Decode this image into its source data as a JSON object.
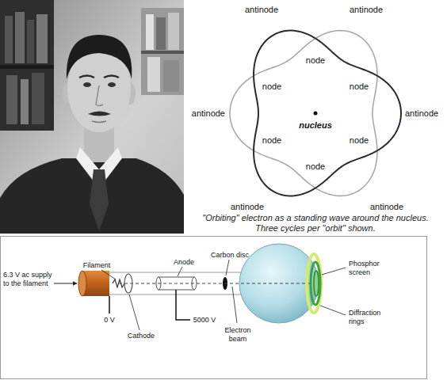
{
  "diagram": {
    "caption": "\"Orbiting\" electron as a standing wave around the nucleus. Three cycles per \"orbit\" shown.",
    "labels": [
      "antinode",
      "antinode",
      "node",
      "node",
      "node",
      "antinode",
      "nucleus",
      "antinode",
      "node",
      "node",
      "node",
      "antinode",
      "antinode",
      "Filament",
      "6.3 V ac supply to the filament",
      "Anode",
      "Carbon disc",
      "Phosphor screen",
      "Diffraction rings",
      "0 V",
      "5000 V",
      "Cathode",
      "Electron beam"
    ]
  }
}
